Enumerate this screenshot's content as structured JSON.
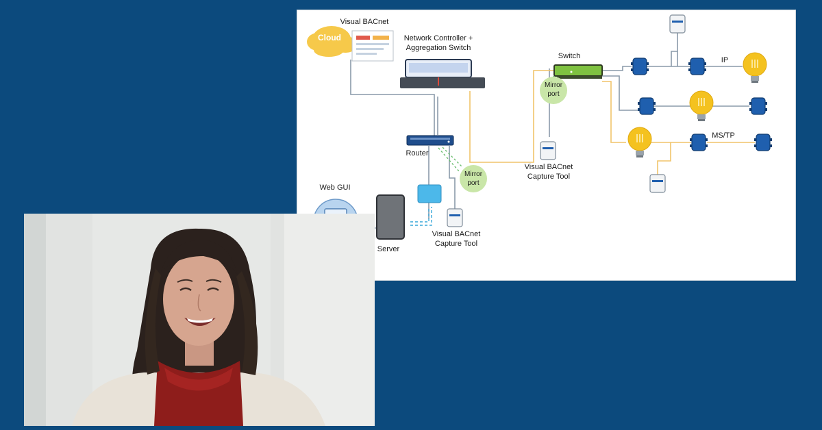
{
  "diagram": {
    "cloud_label": "Cloud",
    "visual_bacnet_top": "Visual BACnet",
    "network_controller": [
      "Network Controller +",
      "Aggregation Switch"
    ],
    "switch": "Switch",
    "router": "Router",
    "mirror_port_switch": [
      "Mirror",
      "port"
    ],
    "mirror_port_router": [
      "Mirror",
      "port"
    ],
    "capture_tool_right": [
      "Visual BACnet",
      "Capture Tool"
    ],
    "capture_tool_bottom": [
      "Visual BACnet",
      "Capture Tool"
    ],
    "web_gui": "Web GUI",
    "server": "Server",
    "ip": "IP",
    "mstp": "MS/TP"
  },
  "colors": {
    "background": "#0c4a7d",
    "switch_green": "#7fc241",
    "device_blue": "#1f5fae",
    "bulb_yellow": "#f4c21f",
    "cloud_yellow": "#f6c94a",
    "mirror_green": "#c9e6a8",
    "ethernet_line": "#8a9aaa",
    "mstp_line": "#f0c46a"
  },
  "icons": [
    "cloud-icon",
    "laptop-icon",
    "server-icon",
    "router-icon",
    "switch-icon",
    "capture-tool-icon",
    "bacnet-device-icon",
    "light-bulb-icon"
  ]
}
